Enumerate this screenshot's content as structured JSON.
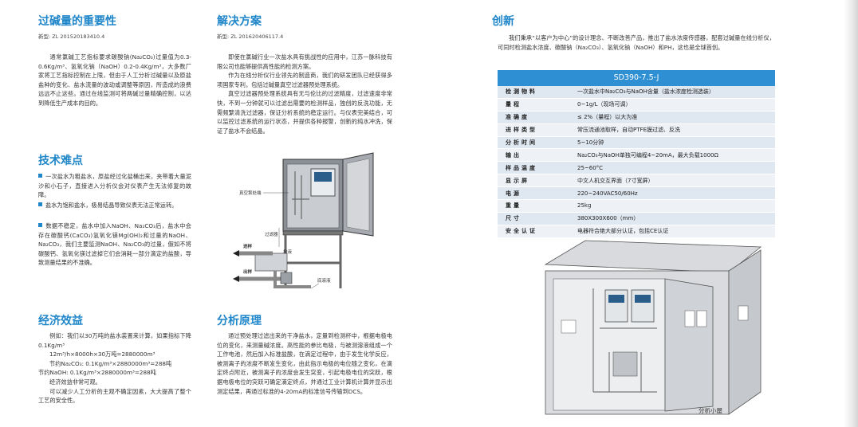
{
  "section1": {
    "title": "过碱量的重要性",
    "patent": "新型: ZL 201520183410.4",
    "body": "通常氯碱工艺指标要求碳酸钠(Na₂CO₃)过量值为0.3-0.6Kg/m³、氢氧化钠（NaOH）0.2-0.4Kg/m³，大多数厂家将工艺指标控制在上限，但由于人工分析过碱量以及原盐盐种的变化、盐水流量的波动或调整等原因，所造成的浪费远远不止这些。通过在线监测可将两碱过量精确控制，以达到降低生产成本的目的。"
  },
  "section2": {
    "title": "技术难点",
    "items": [
      "一次盐水为粗盐水，原盐经过化盐桶出来，夹带着大量泥沙和小石子，直接进入分析仪会对仪表产生无法修复的故障。",
      "盐水为饱和盐水，极易结晶导致仪表无法正常运转。",
      "数据不稳定，盐水中加入NaOH、Na₂CO₃后，盐水中会存在碳酸钙(CaCO₃)氢氧化镁Mg(OH)₂和过量的NaOH、Na₂CO₃，我们主要监测NaOH、Na₂CO₃的过量，假如不将碳酸钙、氢氧化镁过滤掉它们会消耗一部分滴定的盐酸，导致测量结果的不准确。"
    ]
  },
  "section3": {
    "title": "经济效益",
    "lines": [
      "例如：我们以30万吨的盐水装置来计算，如果指标下降0.1Kg/m³",
      "12m³/h×8000h×30万吨=2880000m³",
      "节约Na₂CO₃: 0.1Kg/m³×2880000m³=288吨",
      "节约NaOH: 0.1Kg/m³×2880000m³=288吨",
      "经济效益非常可观。",
      "可以减少人工分析的主观不确定因素，大大提高了整个工艺的安全性。"
    ]
  },
  "section4": {
    "title": "解决方案",
    "patent": "新型: ZL 201620406117.4",
    "paragraphs": [
      "即使在氯碱行业一次盐水具有挑战性的应用中，江苏一脉科技有限公司也能够提供高性能的检测方案。",
      "作为在线分析仪行业领先的制造商，我们的研发团队已经获得多项国家专利，包括过碱量真空过滤器预处理系统。",
      "真空过滤器预处理系统具有无与伦比的过滤精度，过滤速度非常快，不到一分钟就可以过滤出需要的检测样品，独创的反洗功能，无需频繁清洗过滤器，保证分析系统的稳定运行。与仪表完美结合，可以监控过滤系统的运行状态，并提供各种报警，创新的纯水冲洗，保证了盐水不会结晶。"
    ],
    "diagram_labels": {
      "vacuum": "真空泵处端",
      "filter": "过滤器",
      "inlet": "进样",
      "outlet": "出样",
      "drain": "排液",
      "tank": "底液液"
    }
  },
  "section5": {
    "title": "分析原理",
    "body": "通过预处理过滤出来的干净盐水，定量到检测杯中，根据电极电位的变化，来测量碱浓度。高性能的参比电极，与被测溶液组成一个工作电池，然后加入标准盐酸，在滴定过程中，由于发生化学反应，被测离子的浓度不断发生变化，由此指示电极的电位随之变化，在滴定终点附近，被测离子的浓度会发生突变，引起电极电位的突跃，根据电极电位的突跃可确定滴定终点，并通过工业计算机计算并显示出测定结果，再通过标准的4-20mA的标准信号传输到DCS。"
  },
  "section6": {
    "title": "创新",
    "body": "我们秉承“以客户为中心”的设计理念、不断改善产品，推出了盐水浓度传感器，配套过碱量在线分析仪，可同时检测盐水浓度、碳酸钠（Na₂CO₃）、氢氧化钠（NaOH）和PH，这也是全球首创。"
  },
  "spec": {
    "model": "SD390-7.5-J",
    "rows": [
      {
        "k": "检测物料",
        "v": "一次盐水中Na₂CO₃与NaOH含量（盐水浓度检测选装）"
      },
      {
        "k": "量程",
        "v": "0~1g/L（现场可调）"
      },
      {
        "k": "准确度",
        "v": "≤ 2%（量程）以大为准"
      },
      {
        "k": "进样类型",
        "v": "常压流通池取样，自动PTFE膜过滤、反洗"
      },
      {
        "k": "分析时间",
        "v": "5~10分钟"
      },
      {
        "k": "输出",
        "v": "Na₂CO₃与NaOH单独可编程4~20mA，最大负载1000Ω"
      },
      {
        "k": "样品温度",
        "v": "25~60°C"
      },
      {
        "k": "显示屏",
        "v": "中文人机交互界面（7寸宽屏）"
      },
      {
        "k": "电源",
        "v": "220~240VAC50/60Hz"
      },
      {
        "k": "重量",
        "v": "25kg"
      },
      {
        "k": "尺寸",
        "v": "380X300X600（mm）"
      },
      {
        "k": "安全认证",
        "v": "电器符合绝大部分认证，包括CE认证"
      }
    ]
  },
  "caption": "分析小屋",
  "colors": {
    "accent": "#1f86c9",
    "table_head": "#2f8fd3"
  }
}
